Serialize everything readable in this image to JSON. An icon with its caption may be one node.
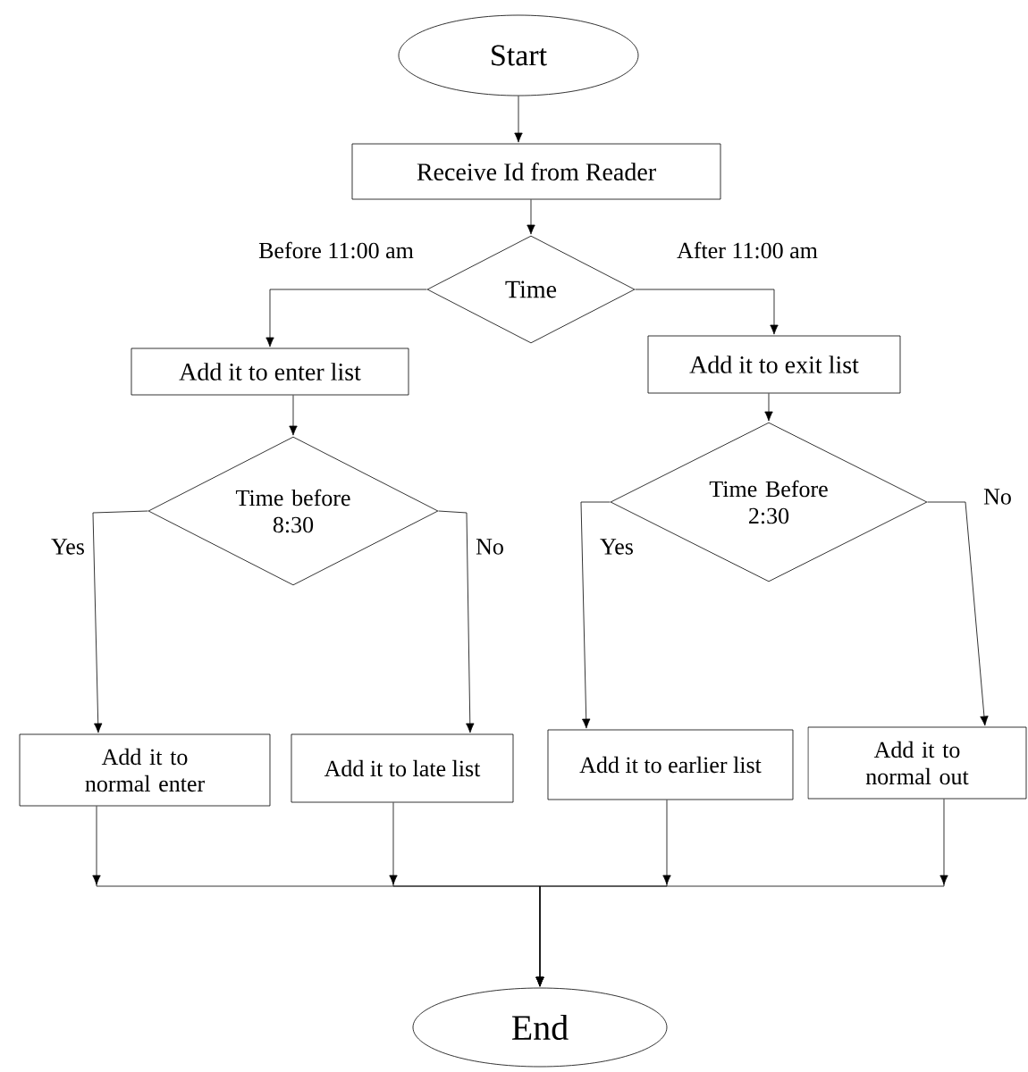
{
  "diagram": {
    "nodes": [
      {
        "text": [
          "Start"
        ]
      },
      {
        "text": [
          "Receive Id from Reader"
        ]
      },
      {
        "text": [
          "Time"
        ]
      },
      {
        "text": [
          "Add it to enter list"
        ]
      },
      {
        "text": [
          "Add it to exit list"
        ]
      },
      {
        "text": [
          "Time before 8:30"
        ]
      },
      {
        "text": [
          "Time Before 2:30"
        ]
      },
      {
        "text": [
          "Add it to normal enter"
        ]
      },
      {
        "text": [
          "Add it to late list"
        ]
      },
      {
        "text": [
          "Add it to earlier list"
        ]
      },
      {
        "text": [
          "Add it to normal out"
        ]
      },
      {
        "text": [
          "End"
        ]
      }
    ],
    "edges": [
      {
        "from": 0,
        "to": 1,
        "arrow": "to"
      },
      {
        "from": 1,
        "to": 2,
        "arrow": "to"
      },
      {
        "from": 2,
        "to": 3,
        "arrow": "to",
        "label": "Before 11:00 am"
      },
      {
        "from": 2,
        "to": 4,
        "arrow": "to",
        "label": "After 11:00 am"
      },
      {
        "from": 3,
        "to": 5,
        "arrow": "to"
      },
      {
        "from": 4,
        "to": 6,
        "arrow": "to"
      },
      {
        "from": 5,
        "to": 7,
        "arrow": "to",
        "label": "Yes"
      },
      {
        "from": 5,
        "to": 8,
        "arrow": "to",
        "label": "No"
      },
      {
        "from": 6,
        "to": 9,
        "arrow": "to",
        "label": "Yes"
      },
      {
        "from": 6,
        "to": 10,
        "arrow": "to",
        "label": "No"
      },
      {
        "from": 7,
        "to": 11,
        "arrow": "to"
      },
      {
        "from": 8,
        "to": 11,
        "arrow": "to"
      },
      {
        "from": 9,
        "to": 11,
        "arrow": "to"
      },
      {
        "from": 10,
        "to": 11,
        "arrow": "to"
      }
    ]
  }
}
